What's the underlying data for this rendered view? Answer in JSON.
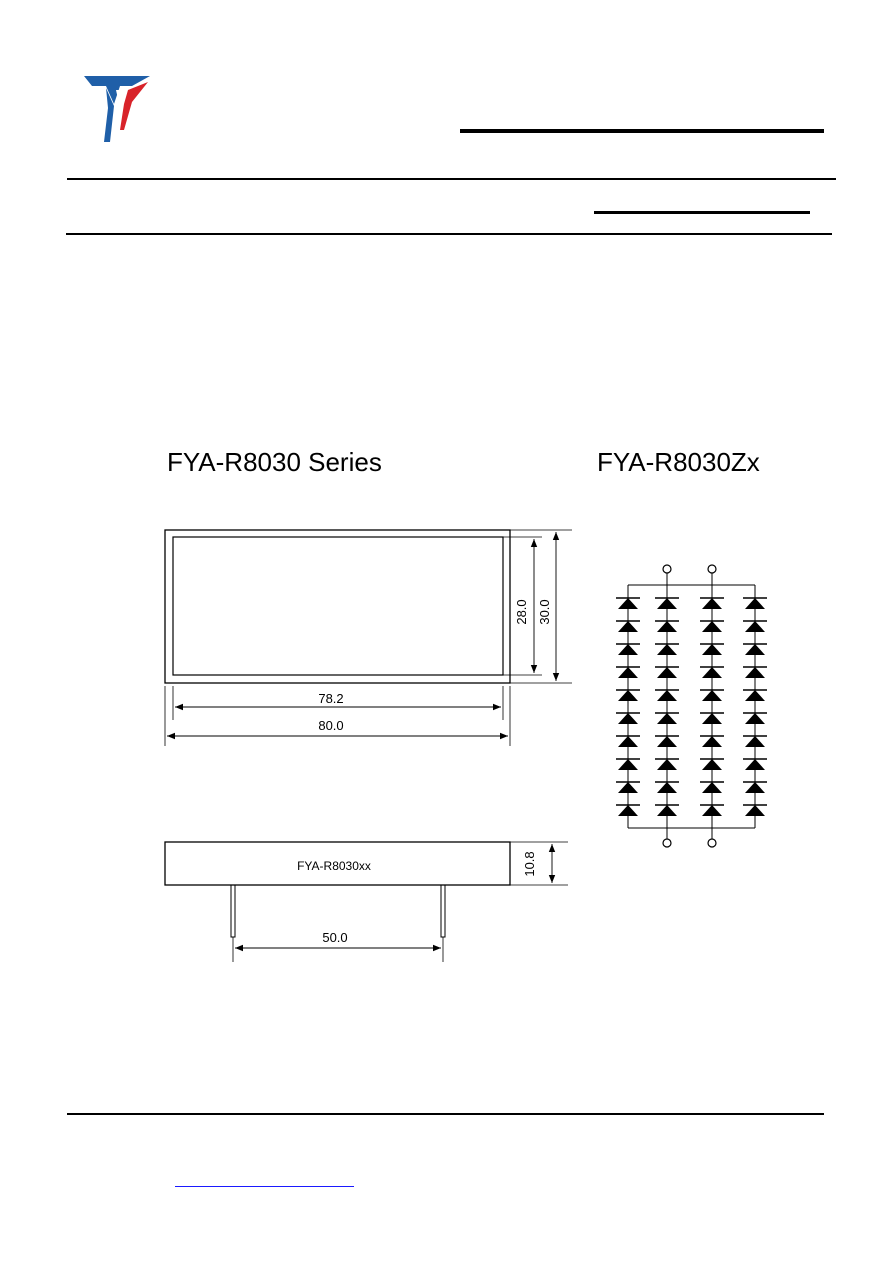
{
  "header": {
    "logo_icon": "company-logo",
    "brand_colors": {
      "blue": "#1f5fa8",
      "red": "#d8232a"
    }
  },
  "titles": {
    "series": "FYA-R8030 Series",
    "schematic": "FYA-R8030Zx"
  },
  "top_view": {
    "inner_height": "28.0",
    "outer_height": "30.0",
    "inner_width": "78.2",
    "outer_width": "80.0"
  },
  "side_view": {
    "part_label": "FYA-R8030xx",
    "height": "10.8",
    "pin_spacing": "50.0"
  },
  "schematic": {
    "columns": 4,
    "diodes_per_column": 10,
    "terminal_icon": "terminal-circle-icon",
    "diode_icon": "diode-icon"
  },
  "footer": {
    "link_color": "#1a1aff"
  }
}
